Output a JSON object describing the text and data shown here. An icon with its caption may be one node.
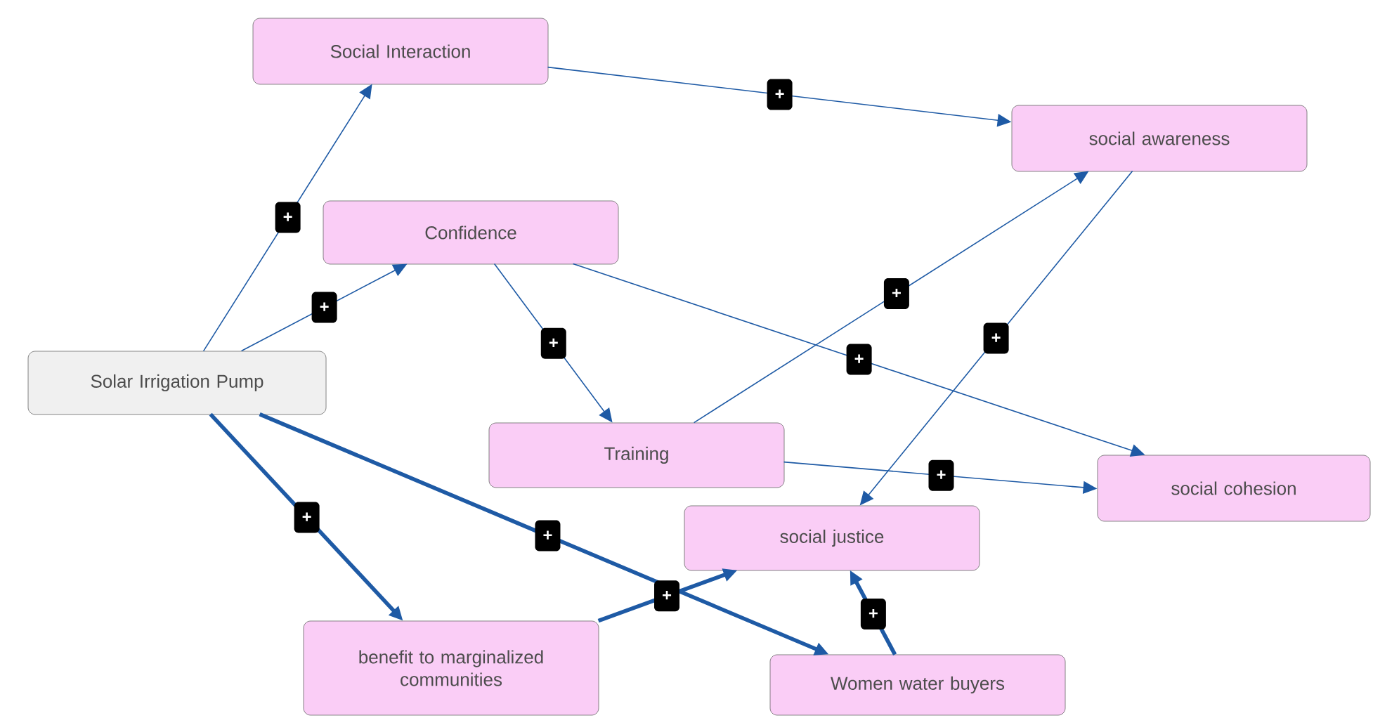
{
  "diagram": {
    "nodes": [
      {
        "text": [
          "Social Interaction"
        ]
      },
      {
        "text": [
          "social awareness"
        ]
      },
      {
        "text": [
          "Confidence"
        ]
      },
      {
        "text": [
          "Solar Irrigation Pump"
        ]
      },
      {
        "text": [
          "Training"
        ]
      },
      {
        "text": [
          "social cohesion"
        ]
      },
      {
        "text": [
          "social justice"
        ]
      },
      {
        "text": [
          "benefit to marginalized communities"
        ]
      },
      {
        "text": [
          "Women water buyers"
        ]
      }
    ],
    "edges": [
      {
        "from": 3,
        "to": 0,
        "arrow": "to",
        "label": "+"
      },
      {
        "from": 3,
        "to": 2,
        "arrow": "to",
        "label": "+"
      },
      {
        "from": 0,
        "to": 1,
        "arrow": "to",
        "label": "+"
      },
      {
        "from": 2,
        "to": 4,
        "arrow": "to",
        "label": "+"
      },
      {
        "from": 2,
        "to": 5,
        "arrow": "to",
        "label": "+"
      },
      {
        "from": 4,
        "to": 1,
        "arrow": "to",
        "label": "+"
      },
      {
        "from": 1,
        "to": 6,
        "arrow": "to",
        "label": "+"
      },
      {
        "from": 4,
        "to": 5,
        "arrow": "to",
        "label": "+"
      },
      {
        "from": 3,
        "to": 7,
        "arrow": "to",
        "label": "+",
        "style": "thick"
      },
      {
        "from": 3,
        "to": 8,
        "arrow": "to",
        "label": "+",
        "style": "thick"
      },
      {
        "from": 7,
        "to": 6,
        "arrow": "to",
        "label": "+",
        "style": "thick"
      },
      {
        "from": 8,
        "to": 6,
        "arrow": "to",
        "label": "+",
        "style": "thick"
      }
    ]
  }
}
